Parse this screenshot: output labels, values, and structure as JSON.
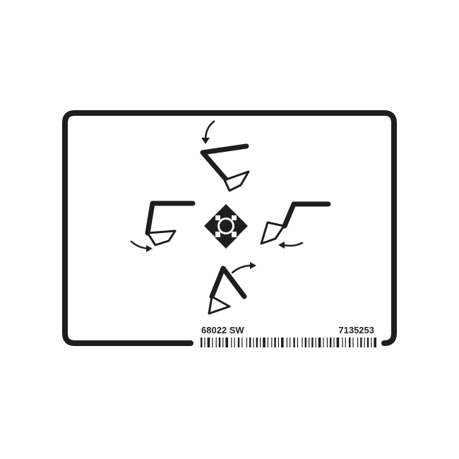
{
  "label": {
    "part_code": "68022 SW",
    "part_number": "7135253"
  },
  "pictograms": [
    {
      "name": "boom-raise-icon",
      "position": "top"
    },
    {
      "name": "bucket-curl-icon",
      "position": "left"
    },
    {
      "name": "joystick-control-icon",
      "position": "center"
    },
    {
      "name": "bucket-dump-icon",
      "position": "right"
    },
    {
      "name": "boom-lower-icon",
      "position": "bottom"
    }
  ],
  "colors": {
    "ink": "#1e1e1e",
    "background": "#ffffff"
  }
}
